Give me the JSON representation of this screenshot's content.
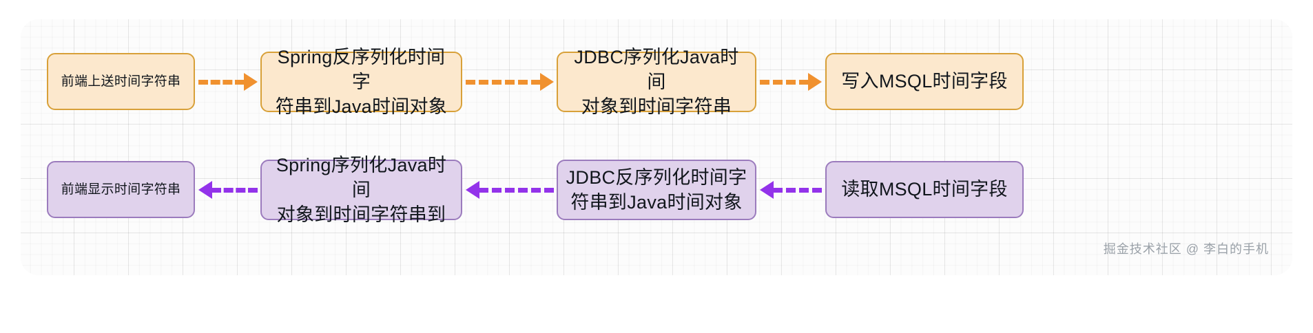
{
  "diagram": {
    "type": "flowchart",
    "background_color": "#fcfcfc",
    "rows": [
      {
        "id": "write-path",
        "direction": "left-to-right",
        "accent_color": "#f0912f",
        "node_fill": "#fce8cd",
        "node_border": "#d8a038",
        "nodes": [
          {
            "id": "n1",
            "label": "前端上送时间字符串"
          },
          {
            "id": "n2",
            "label": "Spring反序列化时间字\n符串到Java时间对象"
          },
          {
            "id": "n3",
            "label": "JDBC序列化Java时间\n对象到时间字符串"
          },
          {
            "id": "n4",
            "label": "写入MSQL时间字段"
          }
        ],
        "arrows": [
          {
            "id": "a1",
            "from": "n1",
            "to": "n2",
            "style": "dashed",
            "head": "right"
          },
          {
            "id": "a2",
            "from": "n2",
            "to": "n3",
            "style": "dashed",
            "head": "right"
          },
          {
            "id": "a3",
            "from": "n3",
            "to": "n4",
            "style": "dashed",
            "head": "right"
          }
        ]
      },
      {
        "id": "read-path",
        "direction": "right-to-left",
        "accent_color": "#9333ea",
        "node_fill": "#e0d2ec",
        "node_border": "#9b7bbd",
        "nodes": [
          {
            "id": "m1",
            "label": "前端显示时间字符串"
          },
          {
            "id": "m2",
            "label": "Spring序列化Java时间\n对象到时间字符串到"
          },
          {
            "id": "m3",
            "label": "JDBC反序列化时间字\n符串到Java时间对象"
          },
          {
            "id": "m4",
            "label": "读取MSQL时间字段"
          }
        ],
        "arrows": [
          {
            "id": "b1",
            "from": "m4",
            "to": "m3",
            "style": "dashed",
            "head": "left"
          },
          {
            "id": "b2",
            "from": "m3",
            "to": "m2",
            "style": "dashed",
            "head": "left"
          },
          {
            "id": "b3",
            "from": "m2",
            "to": "m1",
            "style": "dashed",
            "head": "left"
          }
        ]
      }
    ]
  },
  "watermark": {
    "text": "掘金技术社区 @ 李白的手机"
  }
}
